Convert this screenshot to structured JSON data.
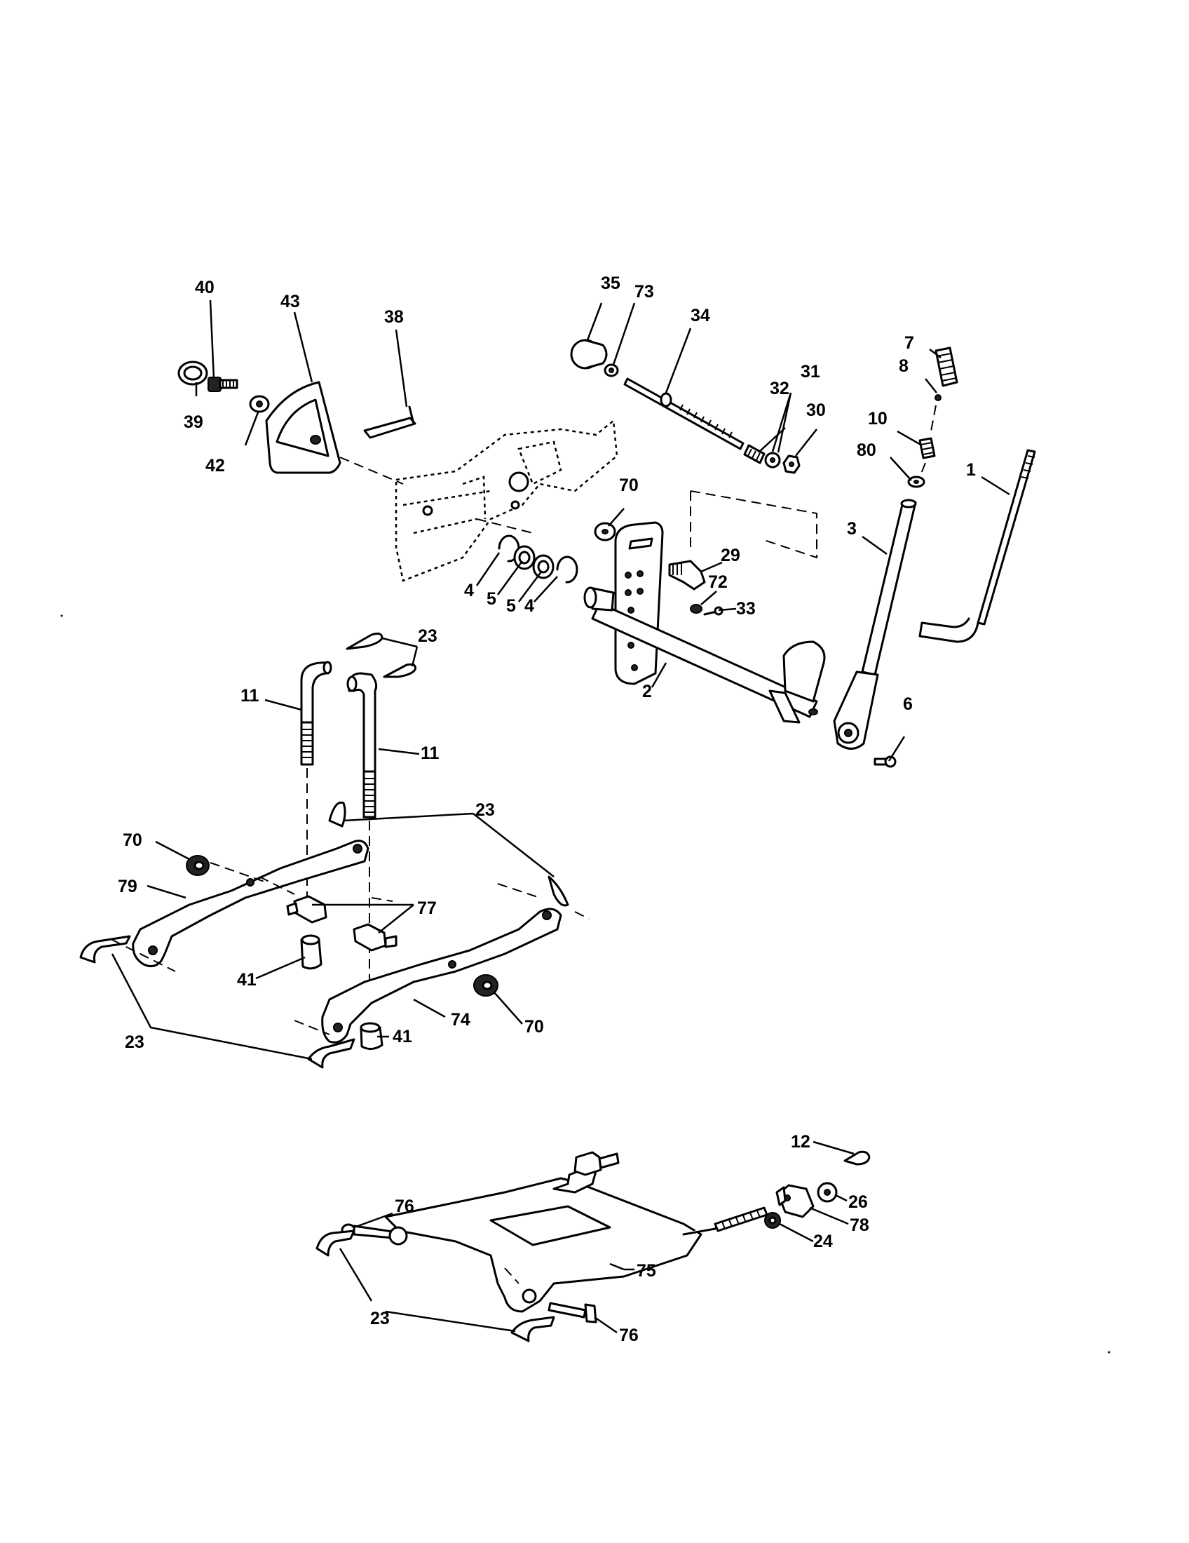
{
  "figure": {
    "background": "#ffffff",
    "ink": "#000000"
  },
  "callouts": [
    {
      "id": "c40",
      "text": "40"
    },
    {
      "id": "c43",
      "text": "43"
    },
    {
      "id": "c38",
      "text": "38"
    },
    {
      "id": "c39",
      "text": "39"
    },
    {
      "id": "c42",
      "text": "42"
    },
    {
      "id": "c35",
      "text": "35"
    },
    {
      "id": "c73",
      "text": "73"
    },
    {
      "id": "c34",
      "text": "34"
    },
    {
      "id": "c7",
      "text": "7"
    },
    {
      "id": "c8",
      "text": "8"
    },
    {
      "id": "c31",
      "text": "31"
    },
    {
      "id": "c32",
      "text": "32"
    },
    {
      "id": "c30",
      "text": "30"
    },
    {
      "id": "c10",
      "text": "10"
    },
    {
      "id": "c80",
      "text": "80"
    },
    {
      "id": "c1",
      "text": "1"
    },
    {
      "id": "c3",
      "text": "3"
    },
    {
      "id": "c70a",
      "text": "70"
    },
    {
      "id": "c29",
      "text": "29"
    },
    {
      "id": "c72",
      "text": "72"
    },
    {
      "id": "c33",
      "text": "33"
    },
    {
      "id": "c4a",
      "text": "4"
    },
    {
      "id": "c5a",
      "text": "5"
    },
    {
      "id": "c5b",
      "text": "5"
    },
    {
      "id": "c4b",
      "text": "4"
    },
    {
      "id": "c2",
      "text": "2"
    },
    {
      "id": "c6",
      "text": "6"
    },
    {
      "id": "c23a",
      "text": "23"
    },
    {
      "id": "c11a",
      "text": "11"
    },
    {
      "id": "c11b",
      "text": "11"
    },
    {
      "id": "c23b",
      "text": "23"
    },
    {
      "id": "c70b",
      "text": "70"
    },
    {
      "id": "c79",
      "text": "79"
    },
    {
      "id": "c77",
      "text": "77"
    },
    {
      "id": "c41a",
      "text": "41"
    },
    {
      "id": "c74",
      "text": "74"
    },
    {
      "id": "c70c",
      "text": "70"
    },
    {
      "id": "c41b",
      "text": "41"
    },
    {
      "id": "c23c",
      "text": "23"
    },
    {
      "id": "c12",
      "text": "12"
    },
    {
      "id": "c26",
      "text": "26"
    },
    {
      "id": "c76a",
      "text": "76"
    },
    {
      "id": "c78",
      "text": "78"
    },
    {
      "id": "c24",
      "text": "24"
    },
    {
      "id": "c75",
      "text": "75"
    },
    {
      "id": "c23d",
      "text": "23"
    },
    {
      "id": "c76b",
      "text": "76"
    }
  ]
}
